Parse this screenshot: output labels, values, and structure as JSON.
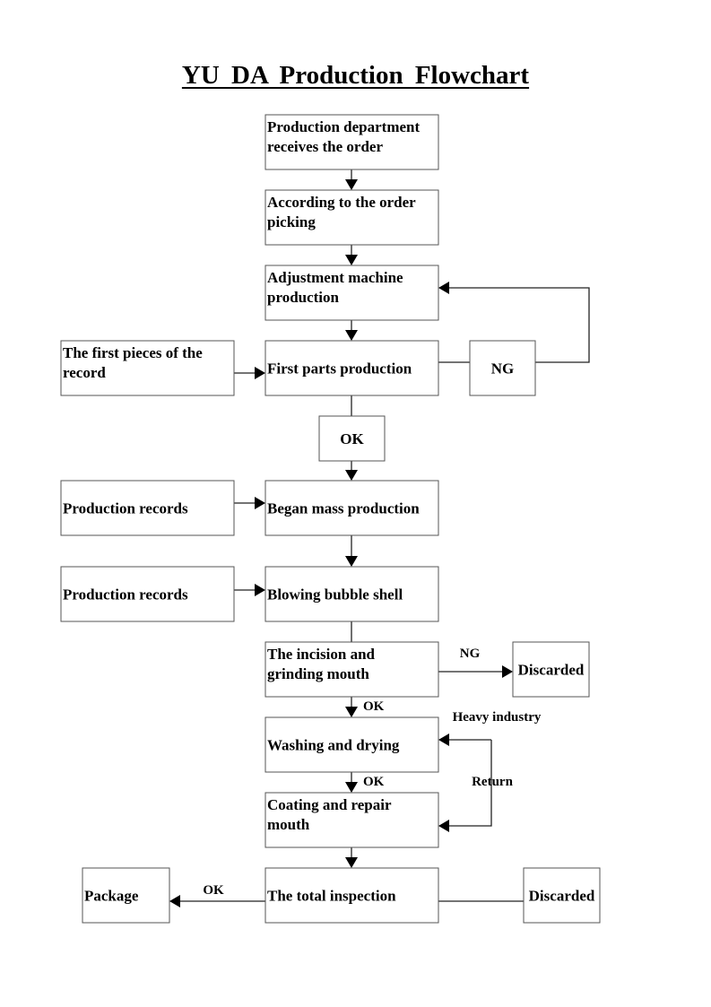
{
  "title": "YU  DA  Production  Flowchart",
  "nodes": {
    "order": {
      "lines": [
        "Production department",
        "receives the order"
      ]
    },
    "picking": {
      "lines": [
        "According to the order",
        "picking"
      ]
    },
    "adjust": {
      "lines": [
        "Adjustment machine",
        "production"
      ]
    },
    "first": {
      "lines": [
        "First parts production"
      ]
    },
    "record1": {
      "lines": [
        "The first pieces of the",
        "record"
      ]
    },
    "ng1": {
      "lines": [
        "NG"
      ]
    },
    "ok1": {
      "lines": [
        "OK"
      ]
    },
    "mass": {
      "lines": [
        "Began mass production"
      ]
    },
    "rec2": {
      "lines": [
        "Production records"
      ]
    },
    "blow": {
      "lines": [
        "Blowing bubble shell"
      ]
    },
    "rec3": {
      "lines": [
        "Production records"
      ]
    },
    "incision": {
      "lines": [
        "The incision and",
        "grinding mouth"
      ]
    },
    "discard1": {
      "lines": [
        "Discarded"
      ]
    },
    "wash": {
      "lines": [
        "Washing and drying"
      ]
    },
    "coat": {
      "lines": [
        "Coating and repair",
        "mouth"
      ]
    },
    "total": {
      "lines": [
        "The total inspection"
      ]
    },
    "package": {
      "lines": [
        "Package"
      ]
    },
    "discard2": {
      "lines": [
        "Discarded"
      ]
    }
  },
  "labels": {
    "ng2": "NG",
    "ok2": "OK",
    "ok3": "OK",
    "heavy": "Heavy industry",
    "return": "Return",
    "ok4": "OK"
  }
}
